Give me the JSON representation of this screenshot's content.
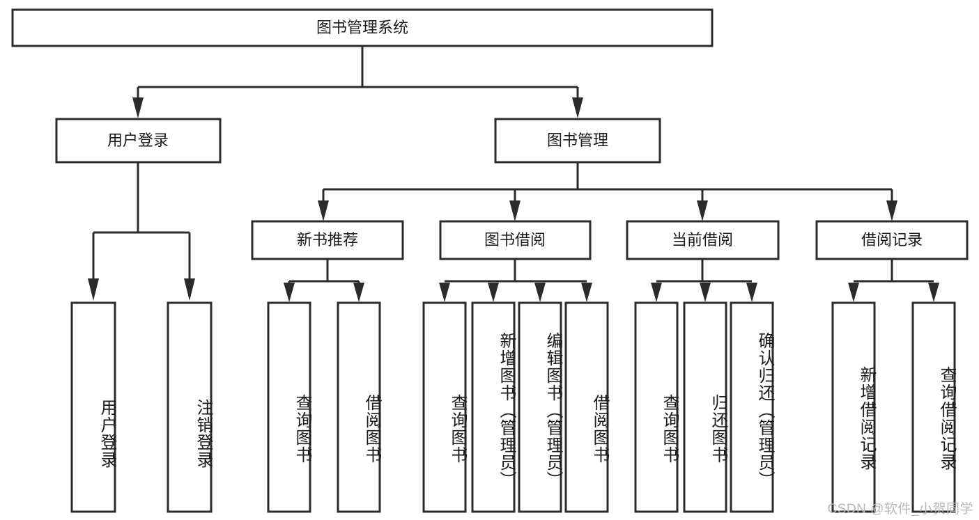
{
  "diagram": {
    "type": "tree-hierarchy",
    "title": "图书管理系统",
    "orientation": "top-down",
    "colors": {
      "box_stroke": "#2b2b2b",
      "box_fill": "#ffffff",
      "text": "#1a1a1a",
      "background": "#ffffff",
      "watermark": "#b8b8b8"
    },
    "root": {
      "id": "root",
      "label": "图书管理系统"
    },
    "level2": [
      {
        "id": "user-login",
        "label": "用户登录"
      },
      {
        "id": "book-management",
        "label": "图书管理"
      }
    ],
    "level3": [
      {
        "id": "new-book-recommend",
        "label": "新书推荐",
        "parent": "book-management"
      },
      {
        "id": "book-borrow",
        "label": "图书借阅",
        "parent": "book-management"
      },
      {
        "id": "current-borrow",
        "label": "当前借阅",
        "parent": "book-management"
      },
      {
        "id": "borrow-record",
        "label": "借阅记录",
        "parent": "book-management"
      }
    ],
    "leaves": [
      {
        "id": "leaf-user-login",
        "label": "用户登录",
        "parent": "user-login"
      },
      {
        "id": "leaf-logout-login",
        "label": "注销登录",
        "parent": "user-login"
      },
      {
        "id": "leaf-query-book-1",
        "label": "查询图书",
        "parent": "new-book-recommend"
      },
      {
        "id": "leaf-borrow-book-1",
        "label": "借阅图书",
        "parent": "new-book-recommend"
      },
      {
        "id": "leaf-query-book-2",
        "label": "查询图书",
        "parent": "book-borrow"
      },
      {
        "id": "leaf-add-book",
        "label": "新增图书（管理员）",
        "parent": "book-borrow"
      },
      {
        "id": "leaf-edit-book",
        "label": "编辑图书（管理员）",
        "parent": "book-borrow"
      },
      {
        "id": "leaf-borrow-book-2",
        "label": "借阅图书",
        "parent": "book-borrow"
      },
      {
        "id": "leaf-query-book-3",
        "label": "查询图书",
        "parent": "current-borrow"
      },
      {
        "id": "leaf-return-book",
        "label": "归还图书",
        "parent": "current-borrow"
      },
      {
        "id": "leaf-confirm-return",
        "label": "确认归还（管理员）",
        "parent": "current-borrow"
      },
      {
        "id": "leaf-add-record",
        "label": "新增借阅记录",
        "parent": "borrow-record"
      },
      {
        "id": "leaf-query-record",
        "label": "查询借阅记录",
        "parent": "borrow-record"
      }
    ],
    "watermark": "CSDN @软件_小贺同学"
  }
}
